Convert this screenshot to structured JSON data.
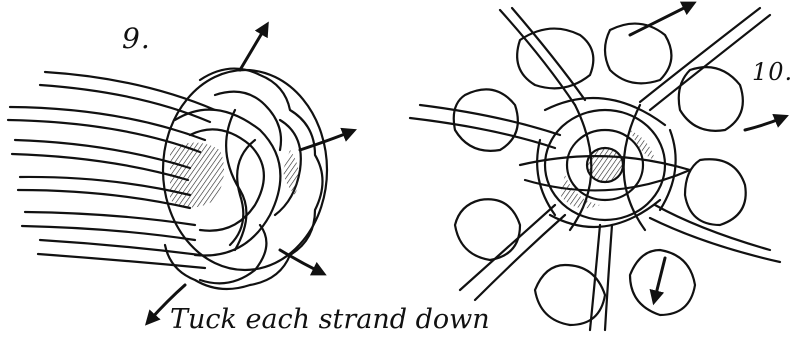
{
  "figure": {
    "step_left": "9.",
    "step_right": "10.",
    "caption": "Tuck each strand down"
  },
  "colors": {
    "ink": "#111111",
    "paper": "#ffffff"
  },
  "icons": [
    "arrow-icon"
  ]
}
